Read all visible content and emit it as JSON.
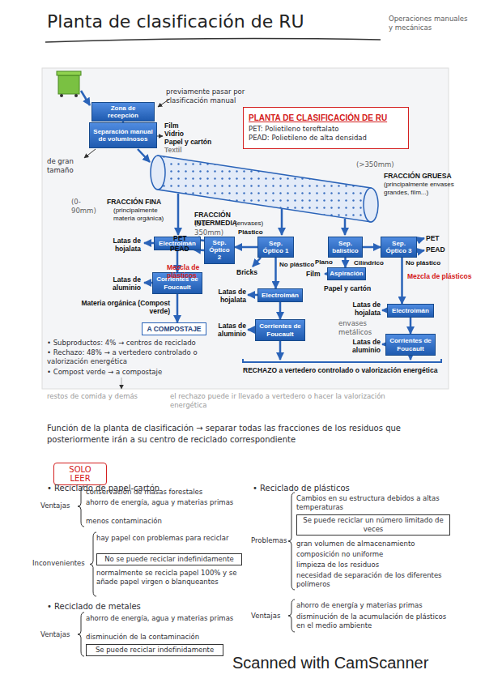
{
  "diagram": {
    "title": "Planta de clasificación de RU",
    "nodes": [
      {
        "text": [
          "Zona de recepción"
        ]
      },
      {
        "text": [
          "Separación manual de voluminosos"
        ]
      },
      {
        "text": [
          "PLANTA DE CLASIFICACIÓN DE RU",
          "PET: Polietileno tereftalato",
          "PEAD: Polietileno de alta densidad"
        ]
      },
      {
        "text": [
          "Electroimán"
        ]
      },
      {
        "text": [
          "Sep. Óptico 2"
        ]
      },
      {
        "text": [
          "Sep. Óptico 1"
        ]
      },
      {
        "text": [
          "Sep. balístico"
        ]
      },
      {
        "text": [
          "Sep. Óptico 3"
        ]
      },
      {
        "text": [
          "Aspiración"
        ]
      },
      {
        "text": [
          "Corrientes de Foucault"
        ]
      },
      {
        "text": [
          "Electroimán"
        ]
      },
      {
        "text": [
          "Electroimán"
        ]
      },
      {
        "text": [
          "A COMPOSTAJE"
        ]
      },
      {
        "text": [
          "Corrientes de Foucault"
        ]
      },
      {
        "text": [
          "Corrientes de Foucault"
        ]
      },
      {
        "text": [
          "SOLO LEER"
        ]
      },
      {
        "text": [
          "No se puede reciclar indefinidamente"
        ]
      },
      {
        "text": [
          "Se puede reciclar un número limitado de veces"
        ]
      },
      {
        "text": [
          "Se puede reciclar indefinidamente"
        ]
      }
    ],
    "edges": [
      {
        "from": 0,
        "to": 1,
        "arrow": "to"
      },
      {
        "from": 3,
        "to": 9,
        "arrow": "to"
      },
      {
        "from": 9,
        "to": 12,
        "arrow": "to"
      },
      {
        "from": 5,
        "to": 4,
        "label": "Plástico",
        "arrow": "to"
      },
      {
        "from": 5,
        "to": 10,
        "label": "No plástico",
        "arrow": "to"
      },
      {
        "from": 10,
        "to": 13,
        "arrow": "to"
      },
      {
        "from": 6,
        "to": 8,
        "label": "Plano",
        "arrow": "to"
      },
      {
        "from": 6,
        "to": 7,
        "label": "Cilíndrico",
        "arrow": "to"
      },
      {
        "from": 7,
        "to": 11,
        "label": "No plástico",
        "arrow": "to"
      },
      {
        "from": 11,
        "to": 14,
        "arrow": "to"
      }
    ],
    "labels": [
      "Operaciones manuales y mecánicas",
      "previamente pasar por clasificación manual",
      "Film",
      "Vidrio",
      "Papel y cartón",
      "Textil",
      "de gran tamaño",
      "(0-90mm)",
      "FRACCIÓN FINA",
      "(principalmente materia orgánica)",
      "(90-350mm)",
      "FRACCIÓN INTERMEDIA",
      "(envases)",
      "(>350mm)",
      "FRACCIÓN GRUESA",
      "(principalmente envases grandes, film...)",
      "Latas de hojalata",
      "Latas de aluminio",
      "Materia orgánica (Compost verde)",
      "PET",
      "PEAD",
      "Mezcla de plásticos",
      "Bricks",
      "Latas de hojalata",
      "Latas de aluminio",
      "Film",
      "Papel y cartón",
      "PET",
      "PEAD",
      "Mezcla de plásticos",
      "Latas de hojalata",
      "envases metálicos",
      "Latas de aluminio",
      "RECHAZO a vertedero controlado o valorización energética",
      "• Subproductos: 4% → centros de reciclado",
      "• Rechazo: 48% → a vertedero controlado o valorización energética",
      "• Compost verde → a compostaje",
      "restos de comida y demás",
      "el rechazo puede ir llevado a vertedero o hacer la valorización energética",
      "Función de la planta de clasificación → separar todas las fracciones de los residuos que posteriormente irán a su centro de reciclado correspondiente",
      "• Reciclado de papel-cartón",
      "Ventajas",
      "conservación de masas forestales",
      "ahorro de energía, agua y materias primas",
      "menos contaminación",
      "Inconvenientes",
      "hay papel con problemas para reciclar",
      "normalmente se recicla papel 100% y se añade papel virgen o blanqueantes",
      "• Reciclado de metales",
      "Ventajas",
      "ahorro de energía, agua y materias primas",
      "disminución de la contaminación",
      "• Reciclado de plásticos",
      "Problemas",
      "Cambios en su estructura debidos a altas temperaturas",
      "gran volumen de almacenamiento",
      "composición no uniforme",
      "limpieza de los residuos",
      "necesidad de separación de los diferentes polímeros",
      "Ventajas",
      "ahorro de energía y materias primas",
      "disminución de la acumulación de plásticos en el medio ambiente",
      "Scanned with CamScanner"
    ]
  }
}
